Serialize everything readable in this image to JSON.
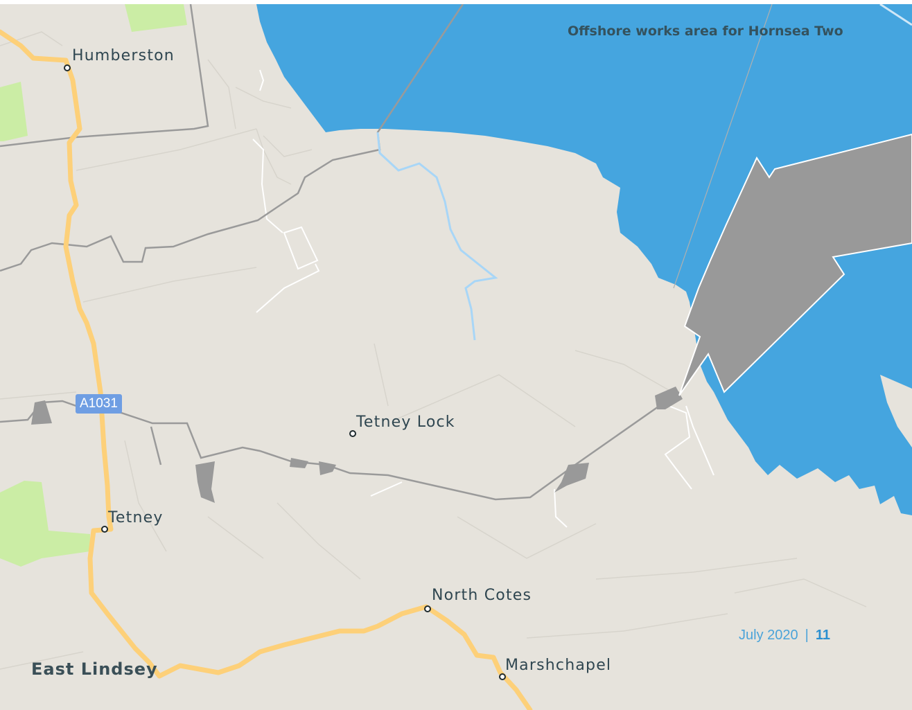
{
  "map": {
    "colors": {
      "land": "#e6e3dc",
      "sea": "#45a5df",
      "green": "#cbeda5",
      "works_area": "#999999",
      "road": "#fdd079",
      "boundary": "#9a9a9a",
      "minor_road": "#ffffff"
    },
    "offshore_label": "Offshore works area for Hornsea Two",
    "places": [
      {
        "id": "humberston",
        "name": "Humberston"
      },
      {
        "id": "tetney-lock",
        "name": "Tetney Lock"
      },
      {
        "id": "tetney",
        "name": "Tetney"
      },
      {
        "id": "north-cotes",
        "name": "North Cotes"
      },
      {
        "id": "marshchapel",
        "name": "Marshchapel"
      }
    ],
    "district": "East Lindsey",
    "road_shield": "A1031"
  },
  "footer": {
    "date": "July 2020",
    "separator": "|",
    "page": "11"
  }
}
